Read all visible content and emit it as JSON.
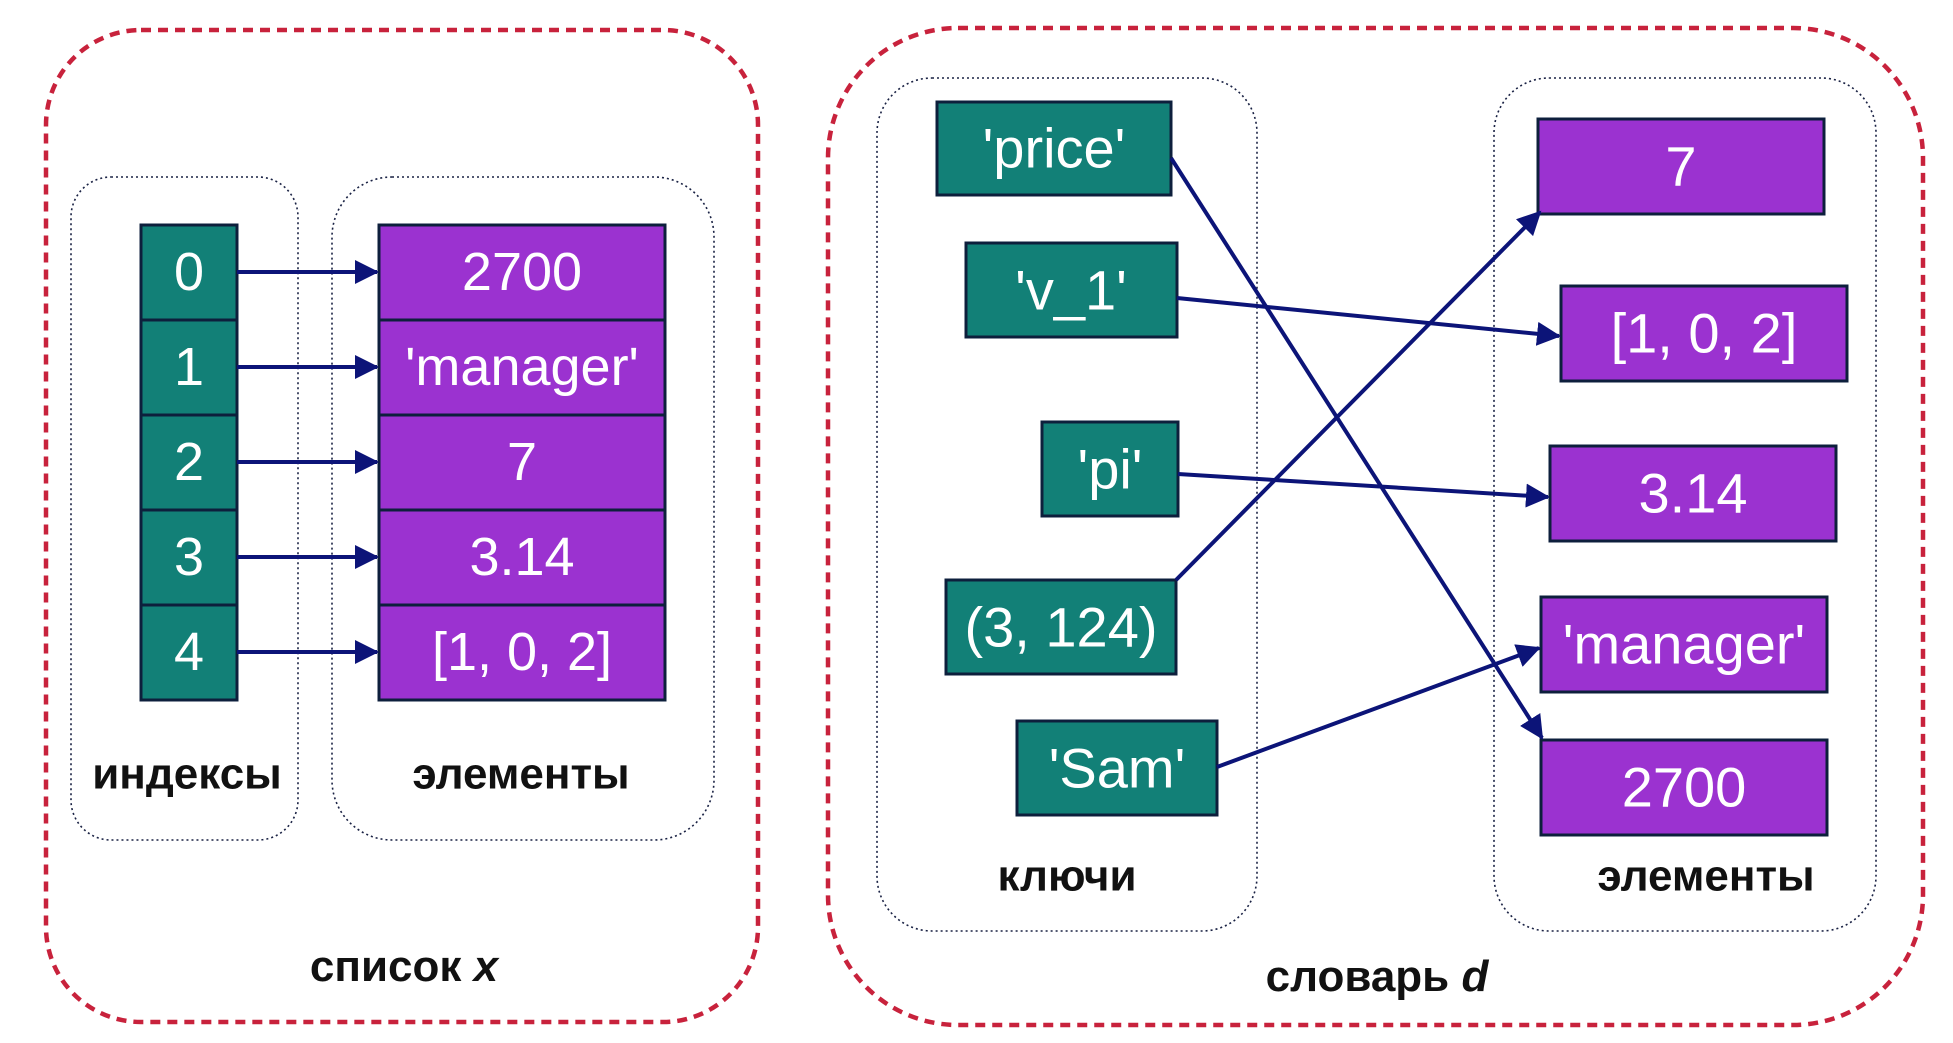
{
  "list_panel": {
    "caption_prefix": "список ",
    "caption_var": "x",
    "indices_label": "индексы",
    "elements_label": "элементы",
    "indices": [
      "0",
      "1",
      "2",
      "3",
      "4"
    ],
    "elements": [
      "2700",
      "'manager'",
      "7",
      "3.14",
      "[1, 0, 2]"
    ]
  },
  "dict_panel": {
    "caption_prefix": "словарь ",
    "caption_var": "d",
    "keys_label": "ключи",
    "values_label": "элементы",
    "keys": [
      "'price'",
      "'v_1'",
      "'pi'",
      "(3, 124)",
      "'Sam'"
    ],
    "values": [
      "7",
      "[1, 0, 2]",
      "3.14",
      "'manager'",
      "2700"
    ],
    "mapping": [
      {
        "key": "'price'",
        "value": "2700"
      },
      {
        "key": "'v_1'",
        "value": "[1, 0, 2]"
      },
      {
        "key": "'pi'",
        "value": "3.14"
      },
      {
        "key": "(3, 124)",
        "value": "7"
      },
      {
        "key": "'Sam'",
        "value": "'manager'"
      }
    ]
  },
  "colors": {
    "key_fill": "#128077",
    "value_fill": "#9b32d0",
    "arrow": "#0c1478",
    "outer_frame": "#c8223c"
  }
}
